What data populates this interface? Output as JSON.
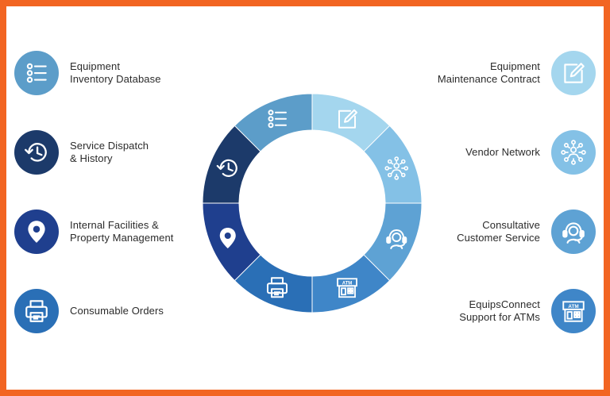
{
  "colors": {
    "frame": "#f26522",
    "ring": [
      "#5c9dc9",
      "#a4d6ee",
      "#84c1e6",
      "#5ea2d4",
      "#3f86c8",
      "#2a6fb6",
      "#1f3f8e",
      "#1c3a6a"
    ]
  },
  "features": [
    {
      "side": "left",
      "icon": "checklist-icon",
      "lines": [
        "Equipment",
        "Inventory Database"
      ],
      "color": "#5c9dc9"
    },
    {
      "side": "left",
      "icon": "history-icon",
      "lines": [
        "Service Dispatch",
        "& History"
      ],
      "color": "#1c3a6a"
    },
    {
      "side": "left",
      "icon": "location-pin-icon",
      "lines": [
        "Internal Facilities &",
        "Property Management"
      ],
      "color": "#1f3f8e"
    },
    {
      "side": "left",
      "icon": "printer-icon",
      "lines": [
        "Consumable Orders"
      ],
      "color": "#2a6fb6"
    },
    {
      "side": "right",
      "icon": "contract-edit-icon",
      "lines": [
        "Equipment",
        "Maintenance Contract"
      ],
      "color": "#a4d6ee"
    },
    {
      "side": "right",
      "icon": "network-icon",
      "lines": [
        "Vendor Network"
      ],
      "color": "#84c1e6"
    },
    {
      "side": "right",
      "icon": "headset-agent-icon",
      "lines": [
        "Consultative",
        "Customer Service"
      ],
      "color": "#5ea2d4"
    },
    {
      "side": "right",
      "icon": "atm-icon",
      "lines": [
        "EquipsConnect",
        "Support for ATMs"
      ],
      "color": "#3f86c8"
    }
  ],
  "ring_segments": [
    {
      "icon": "checklist-icon"
    },
    {
      "icon": "contract-edit-icon"
    },
    {
      "icon": "network-icon"
    },
    {
      "icon": "headset-agent-icon"
    },
    {
      "icon": "atm-icon"
    },
    {
      "icon": "printer-icon"
    },
    {
      "icon": "location-pin-icon"
    },
    {
      "icon": "history-icon"
    }
  ]
}
